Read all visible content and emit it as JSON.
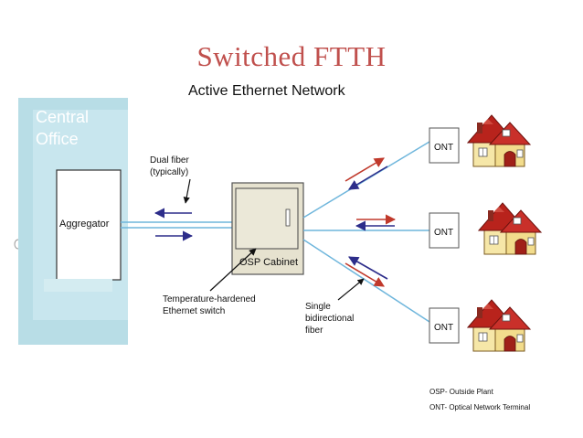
{
  "title": "Switched FTTH",
  "diagram_title": "Active Ethernet Network",
  "central_office": "Central Office",
  "central_office_lines": [
    "Central",
    "Office"
  ],
  "aggregator": "Aggregator",
  "osp_cabinet": "OSP Cabinet",
  "dual_fiber_lines": [
    "Dual fiber",
    "(typically)"
  ],
  "switch_note_lines": [
    "Temperature-hardened",
    "Ethernet switch"
  ],
  "single_fiber_lines": [
    "Single",
    "bidirectional",
    "fiber"
  ],
  "ont_labels": [
    "ONT",
    "ONT",
    "ONT"
  ],
  "legend": [
    "OSP- Outside Plant",
    "ONT-  Optical Network Terminal"
  ],
  "colors": {
    "title": "#c0504d",
    "office": "#b8dde6",
    "cabinet": "#e6e2cf",
    "fiber": "#6fb6dc",
    "arrow_blue": "#2d2d8a",
    "arrow_red": "#c0392b",
    "roof": "#b8231c",
    "house_wall": "#f6e7a8"
  }
}
